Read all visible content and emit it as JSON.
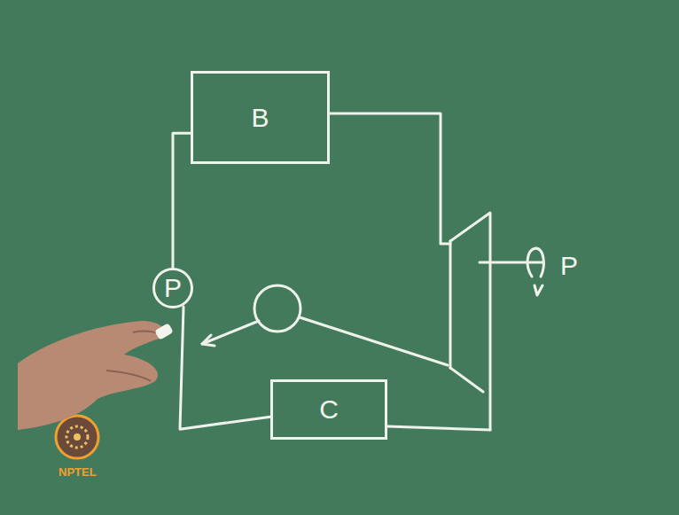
{
  "diagram": {
    "nodes": [
      {
        "text": [
          "B"
        ]
      },
      {
        "text": [
          "P"
        ]
      },
      {
        "text": [
          "C"
        ]
      }
    ],
    "edges": [
      {
        "from": 0,
        "to": 1,
        "arrow": "none"
      },
      {
        "from": 2,
        "to": 1,
        "arrow": "none"
      }
    ],
    "labels": [
      "P",
      "NPTEL"
    ]
  }
}
